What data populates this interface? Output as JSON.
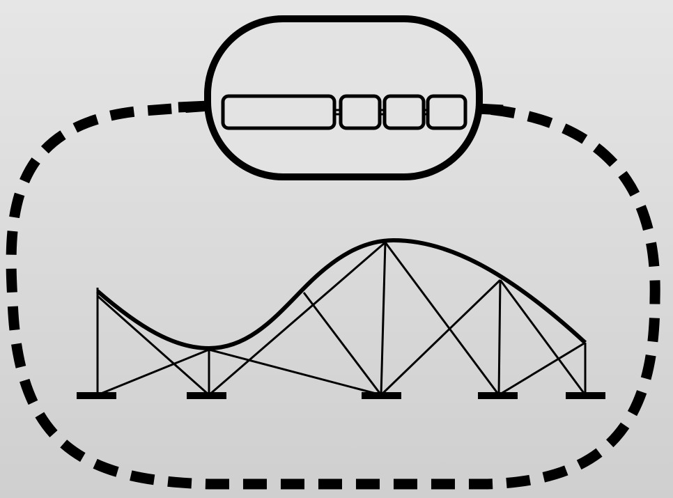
{
  "illustration": {
    "subject": "roller-coaster-icon",
    "colors": {
      "background_top": "#e6e6e6",
      "background_bottom": "#cfcfcf",
      "stroke": "#000000"
    },
    "train": {
      "cars": 4
    },
    "support_footings": 5,
    "loop_style": "dashed"
  }
}
